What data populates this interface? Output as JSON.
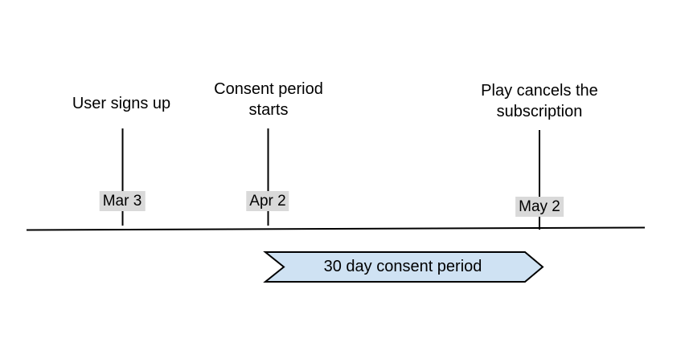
{
  "diagram": {
    "type": "timeline",
    "events": [
      {
        "label": "User signs up",
        "date": "Mar 3"
      },
      {
        "label": "Consent period starts",
        "date": "Apr 2"
      },
      {
        "label": "Play cancels the subscription",
        "date": "May 2"
      }
    ],
    "banner": {
      "label": "30 day consent period"
    },
    "colors": {
      "banner_fill": "#cfe2f3",
      "banner_stroke": "#000000",
      "date_badge_bg": "#d9d9d9",
      "line": "#000000",
      "text": "#000000",
      "background": "#ffffff"
    }
  }
}
